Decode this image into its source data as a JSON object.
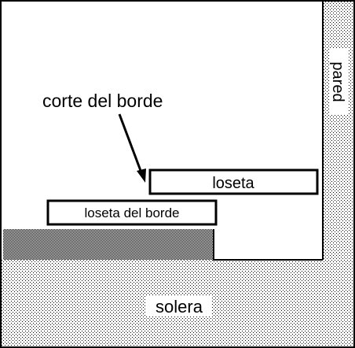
{
  "labels": {
    "corte_del_borde": "corte del borde",
    "loseta": "loseta",
    "loseta_del_borde": "loseta del borde",
    "solera": "solera",
    "pared": "pared"
  },
  "colors": {
    "line": "#000000",
    "background": "#ffffff",
    "stipple": "#000000",
    "dark_fill": "#111111"
  }
}
